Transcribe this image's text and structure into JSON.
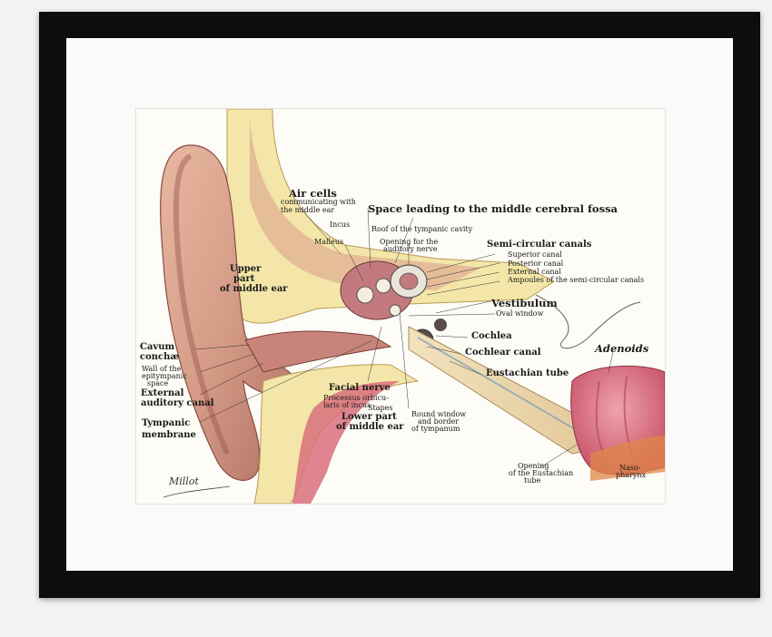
{
  "labels": {
    "air_cells": "Air cells",
    "air_cells_sub1": "communicating with",
    "air_cells_sub2": "the middle ear",
    "space_fossa": "Space leading to the middle cerebral fossa",
    "incus": "Incus",
    "malleus": "Malleus",
    "roof": "Roof of the tympanic cavity",
    "opening_nerve1": "Opening for the",
    "opening_nerve2": "auditory nerve",
    "semi_canals": "Semi-circular canals",
    "superior_canal": "Superior canal",
    "posterior_canal": "Posterior canal",
    "external_canal": "External canal",
    "ampoules": "Ampoules of the semi-circular canals",
    "upper_part1": "Upper",
    "upper_part2": "part",
    "upper_part3": "of middle ear",
    "vestibulum": "Vestibulum",
    "oval_window": "Oval window",
    "cavum1": "Cavum",
    "cavum2": "conchæ",
    "cochlea": "Cochlea",
    "cochlear_canal": "Cochlear canal",
    "adenoids": "Adenoids",
    "wall1": "Wall of the",
    "wall2": "epitympanic",
    "wall3": "space",
    "eustachian_tube": "Eustachian tube",
    "external_canal1": "External",
    "external_canal2": "auditory canal",
    "facial_nerve": "Facial nerve",
    "processus1": "Processus orbicu-",
    "processus2": "laris of incus",
    "stapes": "Stapes",
    "round_window1": "Round window",
    "round_window2": "and border",
    "round_window3": "of tympanum",
    "lower_part1": "Lower part",
    "lower_part2": "of middle ear",
    "tympanic1": "Tympanic",
    "tympanic2": "membrane",
    "opening_eust1": "Opening",
    "opening_eust2": "of the Eustachian",
    "opening_eust3": "tube",
    "naso1": "Naso-",
    "naso2": "pharynx"
  },
  "signature": "Millot",
  "colors": {
    "frame": "#0d0d0d",
    "mat": "#fafafa",
    "paper": "#fdfcf6",
    "skin": "#d9a48c",
    "skin_dark": "#a8635a",
    "bone": "#f3e6a8",
    "mucosa": "#d8707d",
    "tube": "#e7d4a8"
  }
}
